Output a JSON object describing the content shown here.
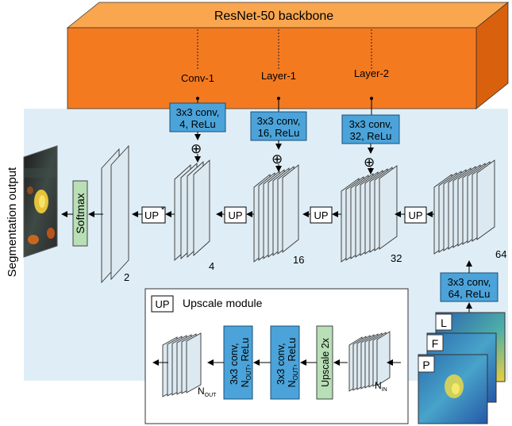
{
  "backbone": {
    "title": "ResNet-50 backbone",
    "taps": [
      "Conv-1",
      "Layer-1",
      "Layer-2"
    ]
  },
  "side_label": "Segmentation output",
  "softmax_label": "Softmax",
  "up_labels": {
    "first": "UP",
    "first_star": "*",
    "other": "UP"
  },
  "plus_symbol": "⊕",
  "conv_blocks": [
    {
      "line1": "3x3 conv,",
      "line2": "4, ReLu"
    },
    {
      "line1": "3x3 conv,",
      "line2": "16, ReLu"
    },
    {
      "line1": "3x3 conv,",
      "line2": "32, ReLu"
    },
    {
      "line1": "3x3 conv,",
      "line2": "64, ReLu"
    }
  ],
  "stack_counts": [
    "2",
    "4",
    "16",
    "32",
    "64"
  ],
  "input_labels": [
    "L",
    "F",
    "P"
  ],
  "legend": {
    "key": "UP",
    "title": "Upscale module",
    "conv1_line1": "3x3 conv,",
    "conv1_line2": "N",
    "conv1_sub": "OUT",
    "conv1_tail": ", ReLu",
    "conv2_line1": "3x3 conv,",
    "conv2_line2": "N",
    "conv2_sub": "OUT",
    "conv2_tail": ", ReLu",
    "upscale": "Upscale 2x",
    "n_out": "N",
    "n_out_sub": "OUT",
    "n_in": "N",
    "n_in_sub": "IN"
  },
  "colors": {
    "backbone_orange": "#f47a20",
    "backbone_top": "#f9a64f",
    "backbone_side": "#d9600c",
    "conv_blue": "#4ba3d9",
    "green": "#b8dfb6",
    "pale_blue": "#dfeef6",
    "layer_fill": "#dce9f0"
  }
}
